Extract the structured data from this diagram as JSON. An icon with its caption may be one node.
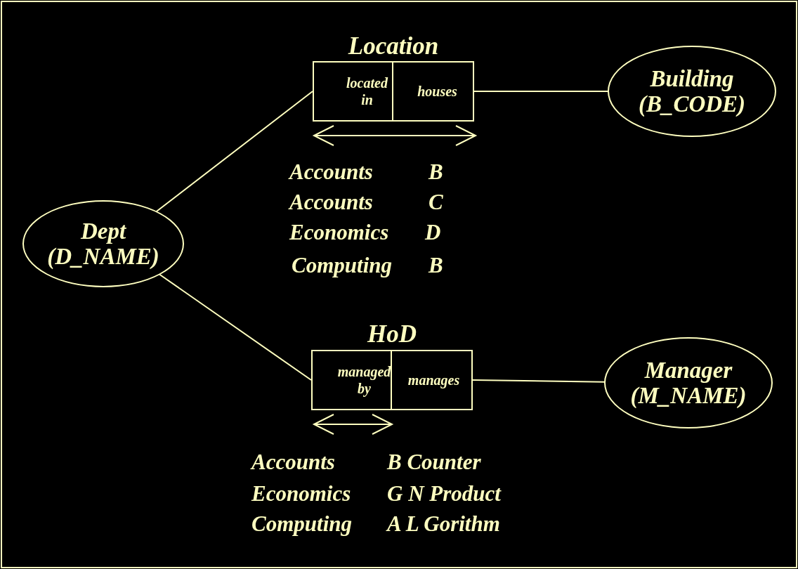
{
  "diagram": {
    "nodes": [
      {
        "text": [
          "Dept (D_NAME)"
        ]
      },
      {
        "text": [
          "Location"
        ]
      },
      {
        "text": [
          "located in"
        ],
        "in": 1
      },
      {
        "text": [
          "houses"
        ],
        "in": 1
      },
      {
        "text": [
          "Building (B_CODE)"
        ]
      },
      {
        "text": [
          "HoD"
        ]
      },
      {
        "text": [
          "managed by"
        ],
        "in": 5
      },
      {
        "text": [
          "manages"
        ],
        "in": 5
      },
      {
        "text": [
          "Manager (M_NAME)"
        ]
      }
    ],
    "edges": [
      {
        "from": 0,
        "to": 2,
        "arrow": "none"
      },
      {
        "from": 3,
        "to": 4,
        "arrow": "none"
      },
      {
        "from": 0,
        "to": 6,
        "arrow": "none"
      },
      {
        "from": 7,
        "to": 8,
        "arrow": "none"
      }
    ],
    "labels": [
      "Accounts",
      "B",
      "Accounts",
      "C",
      "Economics",
      "D",
      "Computing",
      "B",
      "Accounts",
      "B Counter",
      "Economics",
      "G N Product",
      "Computing",
      "A L Gorithm"
    ]
  }
}
